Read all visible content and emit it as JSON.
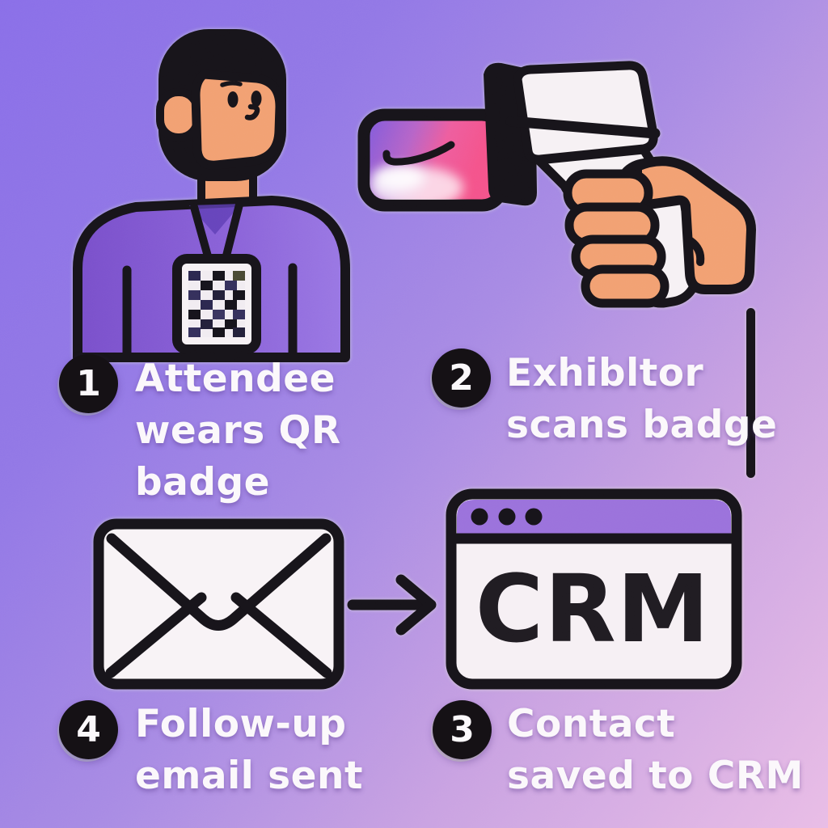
{
  "steps": [
    {
      "number": "1",
      "label": "Attendee wears QR badge",
      "lines": [
        "Attendee",
        "wears QR",
        "badge"
      ],
      "icon": "attendee-with-qr-badge"
    },
    {
      "number": "2",
      "label": "Exhibltor scans badge",
      "lines": [
        "Exhibltor",
        "scans badge"
      ],
      "icon": "hand-holding-barcode-scanner"
    },
    {
      "number": "3",
      "label": "Contact saved to CRM",
      "lines": [
        "Contact",
        "saved to CRM"
      ],
      "icon": "crm-browser-window"
    },
    {
      "number": "4",
      "label": "Follow-up email sent",
      "lines": [
        "Follow-up",
        "email sent"
      ],
      "icon": "envelope"
    }
  ],
  "crm_window": {
    "label": "CRM",
    "traffic_dots": 3
  },
  "icons": {
    "person": "attendee-avatar-with-lanyard-qr-badge",
    "scanner": "barcode-scanner-gun-with-pink-beam",
    "envelope": "closed-envelope",
    "arrow": "right-arrow",
    "connector": "vertical-flow-line"
  },
  "colors": {
    "background_top_left": "#8A6FE8",
    "background_bottom_right": "#E9BDE6",
    "outline_black": "#17141A",
    "skin": "#F2A173",
    "shirt_purple": "#7E57D3",
    "beam_purple": "#7C5BDE",
    "beam_pink": "#F4548C",
    "illustration_white": "#F6F1F4",
    "window_titlebar_purple": "#9B72DC",
    "step_circle_black": "#151115",
    "label_text_white": "#FBF8FB"
  }
}
